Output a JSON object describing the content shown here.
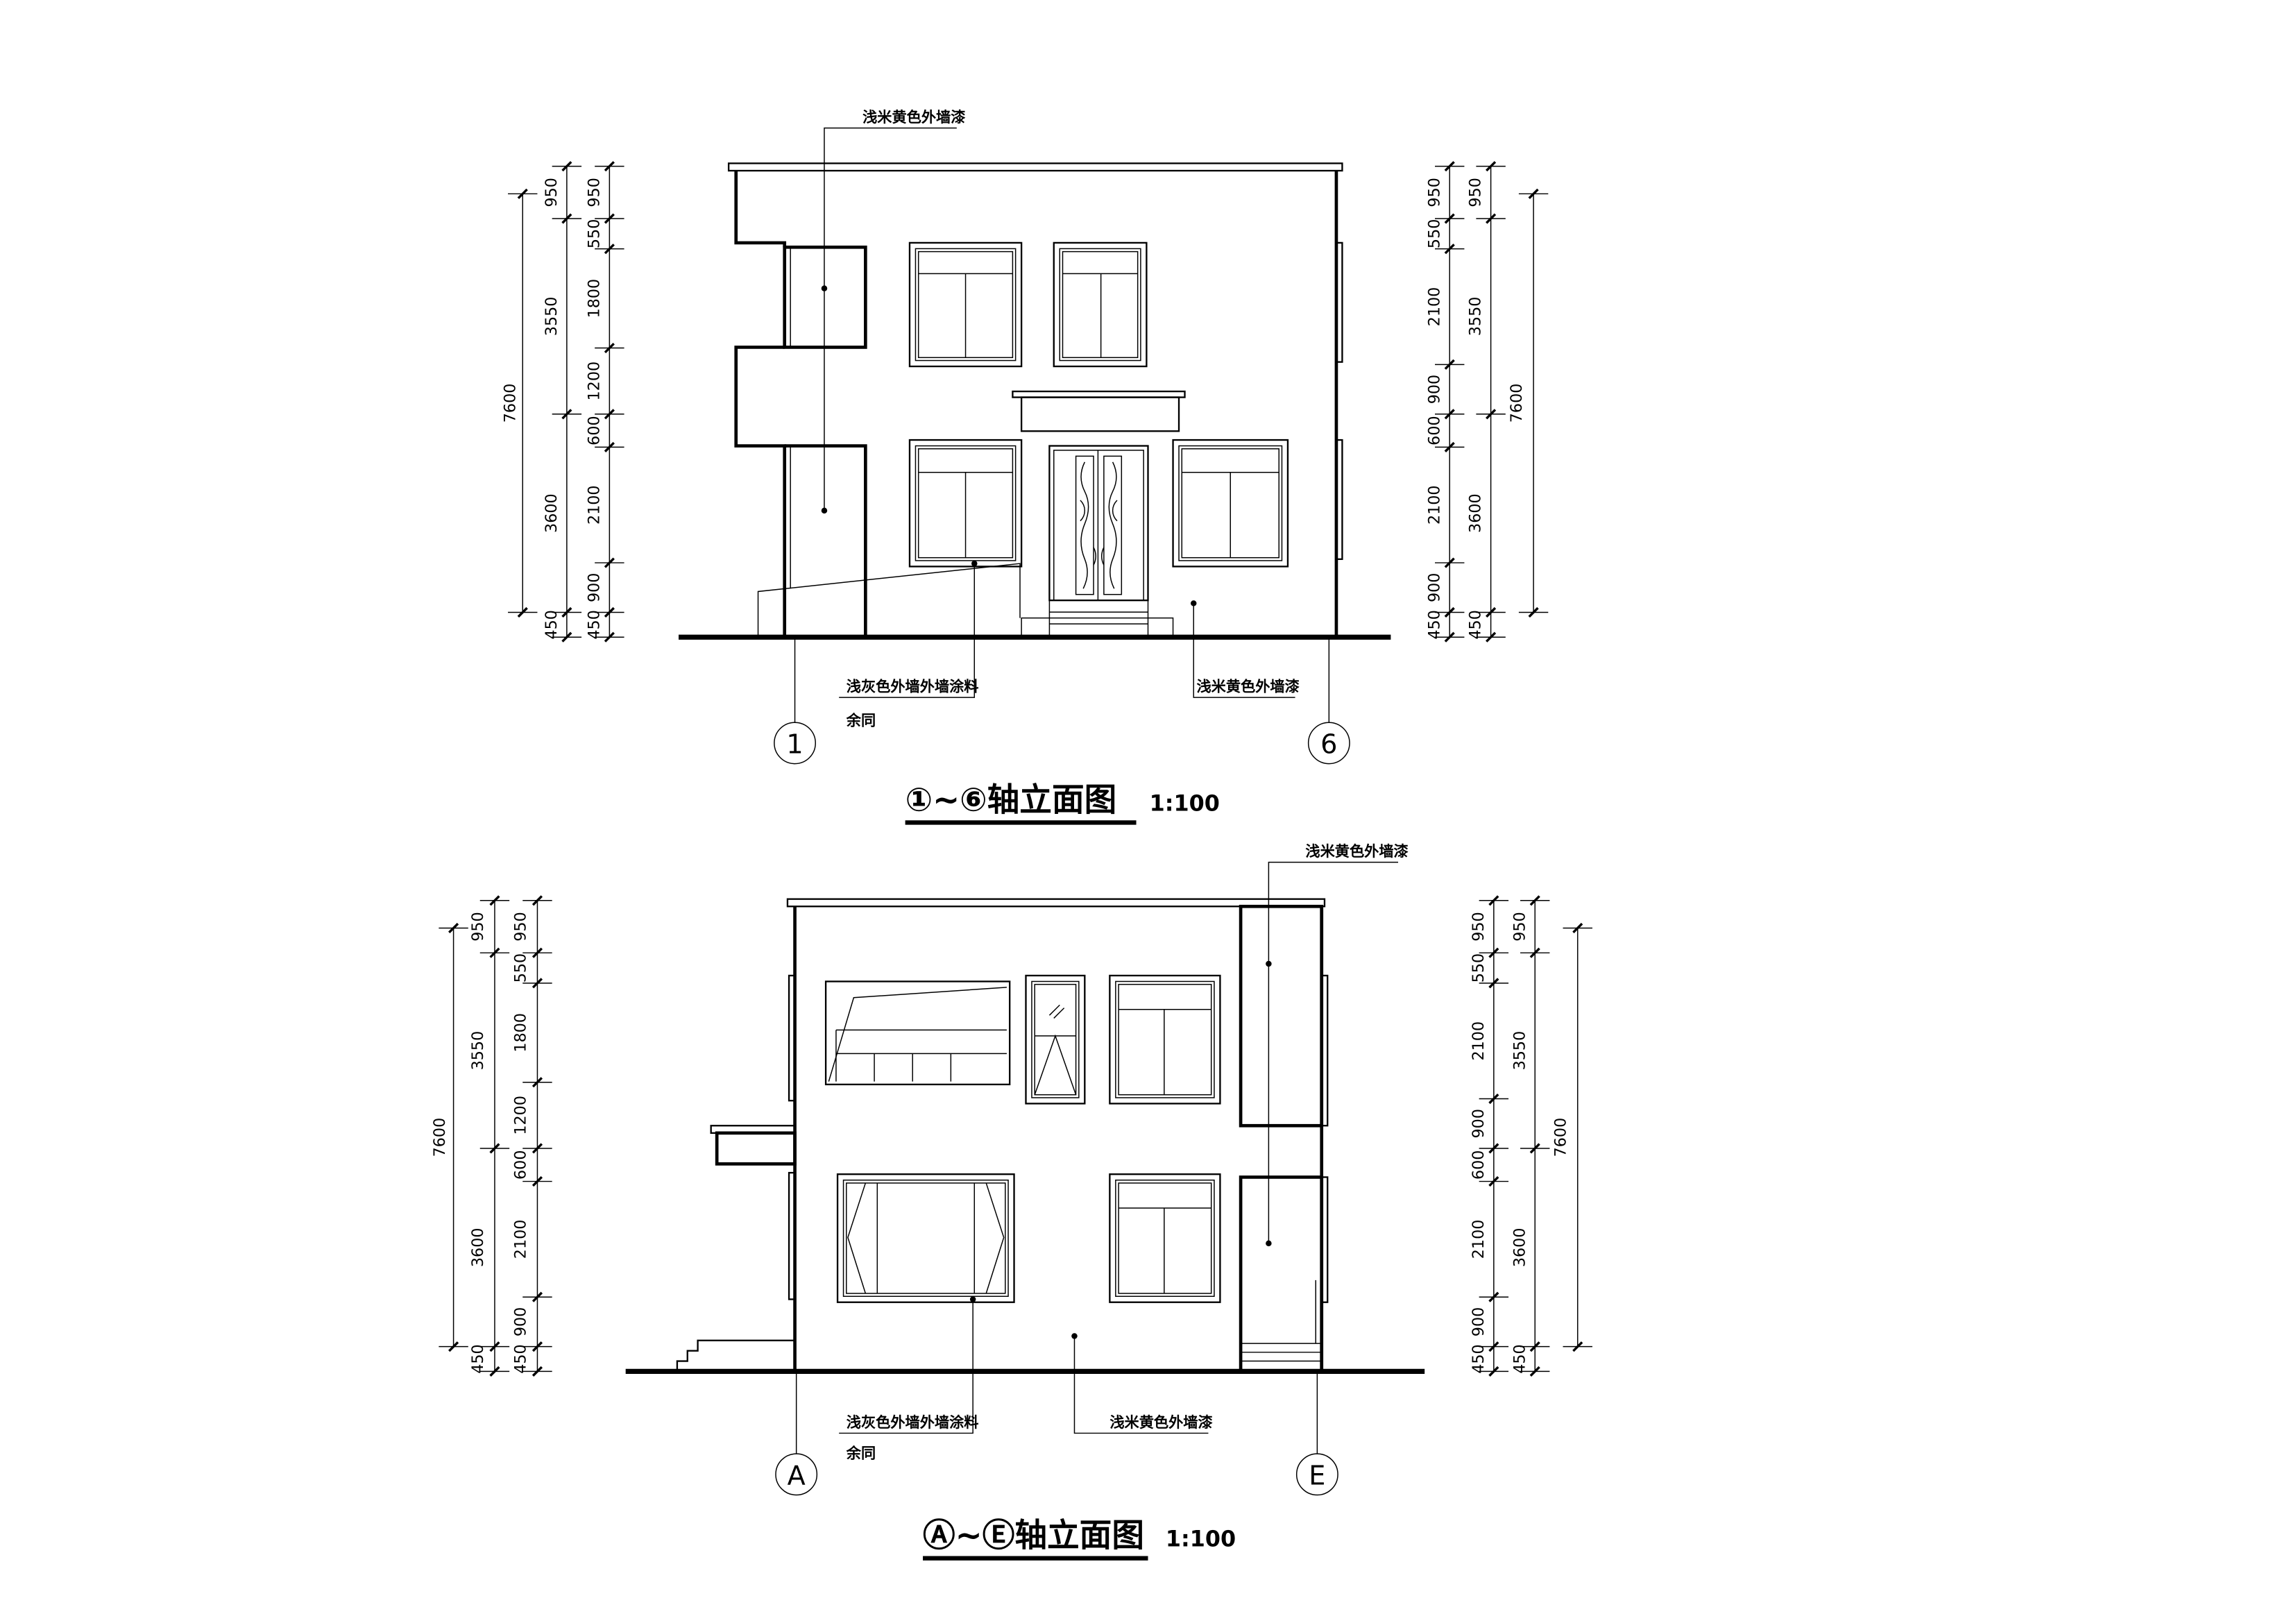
{
  "drawings": [
    {
      "title": "①~⑥轴立面图",
      "scale": "1:100",
      "axis_start": "1",
      "axis_end": "6",
      "labels": {
        "top": "浅米黄色外墙漆",
        "bottom_left": "浅灰色外墙外墙涂料",
        "bottom_left_note": "余同",
        "bottom_right": "浅米黄色外墙漆"
      },
      "dims_left": {
        "outer": [
          "7600"
        ],
        "middle": [
          "950",
          "3550",
          "3600",
          "450"
        ],
        "inner": [
          "950",
          "550",
          "1800",
          "1200",
          "600",
          "2100",
          "900",
          "450"
        ]
      },
      "dims_right": {
        "inner": [
          "950",
          "550",
          "2100",
          "900",
          "600",
          "2100",
          "900",
          "450"
        ],
        "middle": [
          "950",
          "3550",
          "3600",
          "450"
        ],
        "outer": [
          "7600"
        ]
      }
    },
    {
      "title": "Ⓐ~Ⓔ轴立面图",
      "scale": "1:100",
      "axis_start": "A",
      "axis_end": "E",
      "labels": {
        "top": "浅米黄色外墙漆",
        "bottom_left": "浅灰色外墙外墙涂料",
        "bottom_left_note": "余同",
        "bottom_right": "浅米黄色外墙漆"
      },
      "dims_left": {
        "outer": [
          "7600"
        ],
        "middle": [
          "950",
          "3550",
          "3600",
          "450"
        ],
        "inner": [
          "950",
          "550",
          "1800",
          "1200",
          "600",
          "2100",
          "900",
          "450"
        ]
      },
      "dims_right": {
        "inner": [
          "950",
          "550",
          "2100",
          "900",
          "600",
          "2100",
          "900",
          "450"
        ],
        "middle": [
          "950",
          "3550",
          "3600",
          "450"
        ],
        "outer": [
          "7600"
        ]
      }
    }
  ]
}
